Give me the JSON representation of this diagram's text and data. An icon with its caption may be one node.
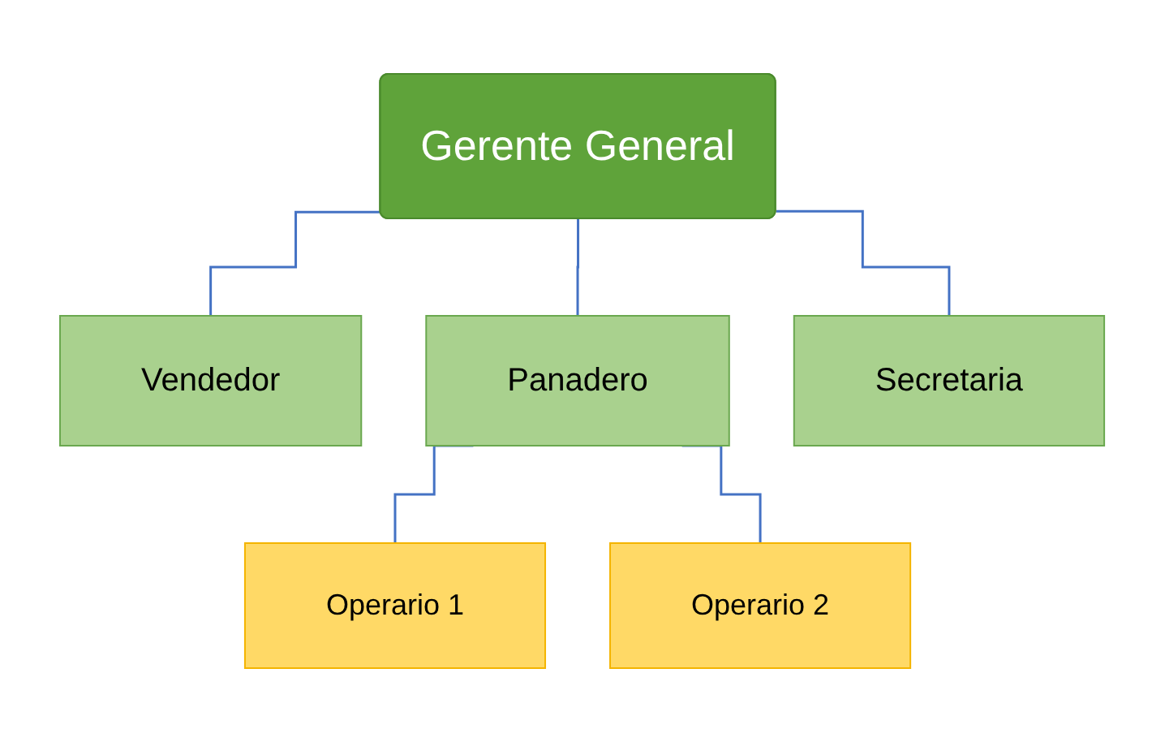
{
  "diagram": {
    "nodes": [
      {
        "text": [
          "Gerente General"
        ]
      },
      {
        "text": [
          "Vendedor"
        ]
      },
      {
        "text": [
          "Panadero"
        ]
      },
      {
        "text": [
          "Secretaria"
        ]
      },
      {
        "text": [
          "Operario 1"
        ]
      },
      {
        "text": [
          "Operario 2"
        ]
      }
    ],
    "edges": [
      {
        "from": 0,
        "to": 1,
        "arrow": "none"
      },
      {
        "from": 0,
        "to": 2,
        "arrow": "none"
      },
      {
        "from": 0,
        "to": 3,
        "arrow": "none"
      },
      {
        "from": 2,
        "to": 4,
        "arrow": "none"
      },
      {
        "from": 2,
        "to": 5,
        "arrow": "none"
      }
    ]
  }
}
